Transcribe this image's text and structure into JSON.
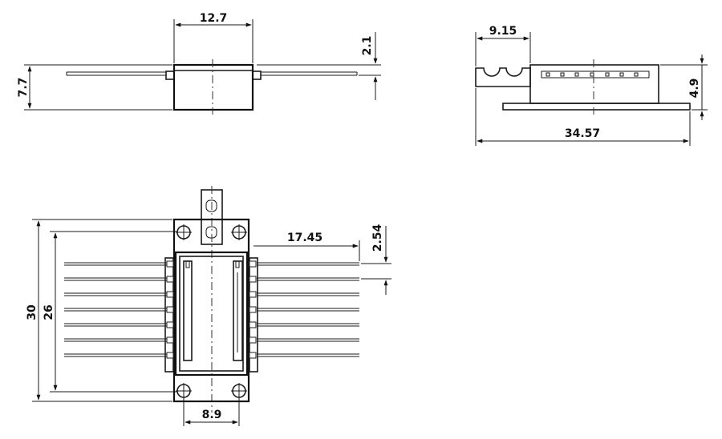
{
  "dimensions": {
    "side_width": "12.7",
    "side_lead_offset": "2.1",
    "side_height": "7.7",
    "end_block_width": "9.15",
    "end_height": "4.9",
    "end_total_length": "34.57",
    "top_lead_length": "17.45",
    "top_pin_pitch": "2.54",
    "top_outer_height": "30",
    "top_pin_span": "26",
    "top_hole_spacing": "8.9"
  }
}
